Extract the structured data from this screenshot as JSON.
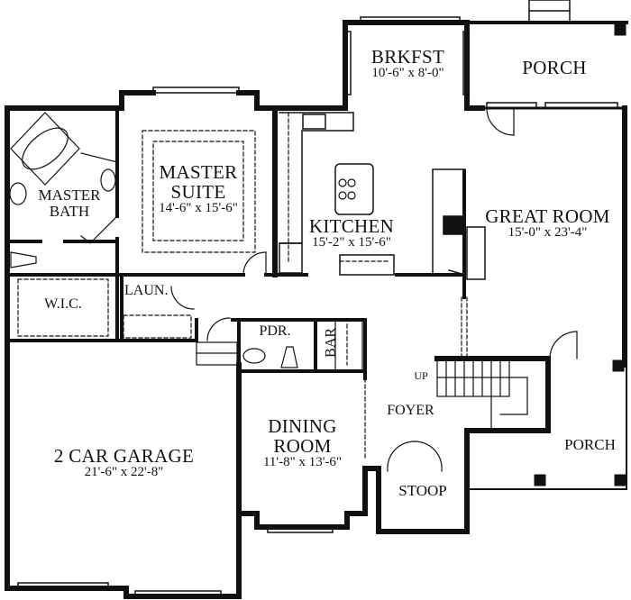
{
  "plan": {
    "rooms": [
      {
        "id": "brkfst",
        "name": "BRKFST",
        "dims": "10'-6\" x 8'-0\""
      },
      {
        "id": "porch_rear",
        "name": "PORCH",
        "dims": ""
      },
      {
        "id": "master_suite",
        "name_line1": "MASTER",
        "name_line2": "SUITE",
        "dims": "14'-6\" x 15'-6\""
      },
      {
        "id": "master_bath",
        "name_line1": "MASTER",
        "name_line2": "BATH",
        "dims": ""
      },
      {
        "id": "kitchen",
        "name": "KITCHEN",
        "dims": "15'-2\" x 15'-6\""
      },
      {
        "id": "great_room",
        "name": "GREAT ROOM",
        "dims": "15'-0\" x 23'-4\""
      },
      {
        "id": "wic",
        "name": "W.I.C.",
        "dims": ""
      },
      {
        "id": "laun",
        "name": "LAUN.",
        "dims": ""
      },
      {
        "id": "pdr",
        "name": "PDR.",
        "dims": ""
      },
      {
        "id": "bar",
        "name": "BAR",
        "dims": ""
      },
      {
        "id": "foyer",
        "name": "FOYER",
        "dims": ""
      },
      {
        "id": "stair",
        "name": "UP",
        "dims": ""
      },
      {
        "id": "porch_front",
        "name": "PORCH",
        "dims": ""
      },
      {
        "id": "garage",
        "name": "2 CAR GARAGE",
        "dims": "21'-6\" x 22'-8\""
      },
      {
        "id": "dining",
        "name_line1": "DINING",
        "name_line2": "ROOM",
        "dims": "11'-8\" x 13'-6\""
      },
      {
        "id": "stoop",
        "name": "STOOP",
        "dims": ""
      }
    ],
    "colors": {
      "wall": "#111111",
      "line": "#222222",
      "background": "#ffffff"
    }
  }
}
